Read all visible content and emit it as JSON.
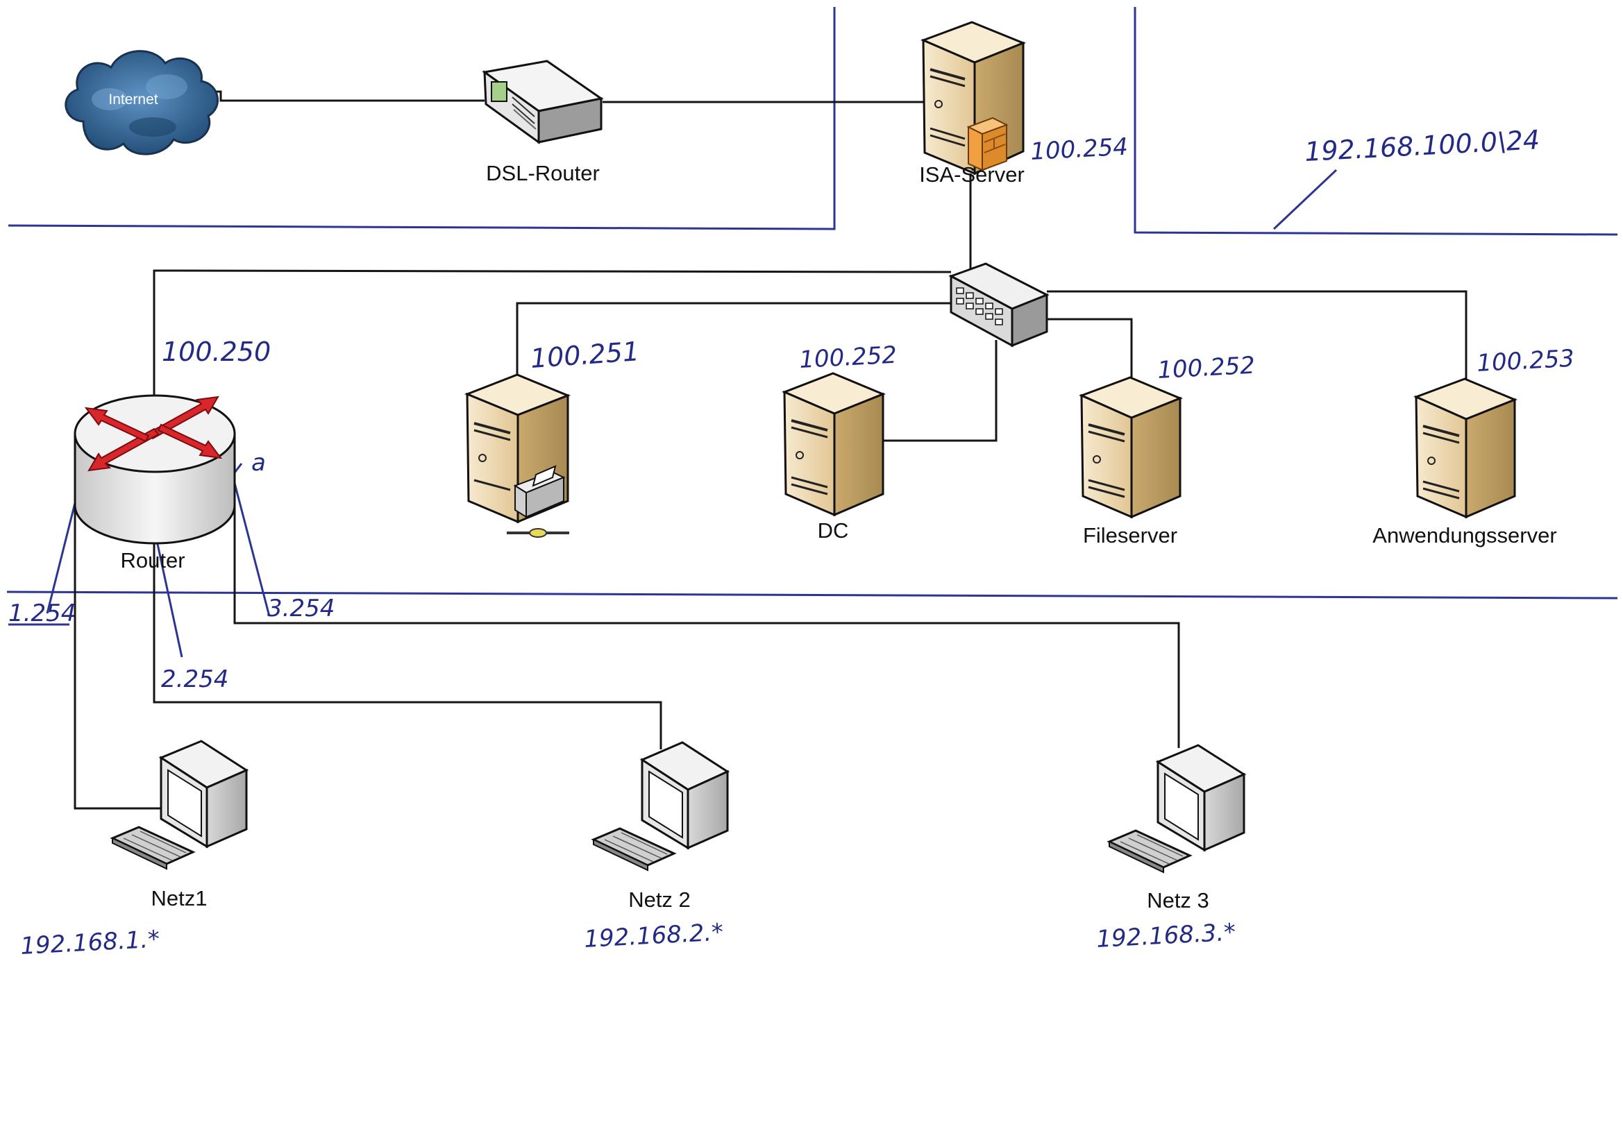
{
  "labels": {
    "internet": "Internet",
    "dsl_router": "DSL-Router",
    "isa_server": "ISA-Server",
    "router": "Router",
    "dc": "DC",
    "fileserver": "Fileserver",
    "app_server": "Anwendungsserver",
    "netz1": "Netz1",
    "netz2": "Netz 2",
    "netz3": "Netz 3"
  },
  "handwriting": {
    "isa_ip": "100.254",
    "subnet": "192.168.100.0\\24",
    "router_ip": "100.250",
    "printserver_ip": "100.251",
    "dc_ip": "100.252",
    "fileserver_ip": "100.252",
    "app_server_ip": "100.253",
    "router_mark": "a",
    "if1": "1.254",
    "if2": "2.254",
    "if3": "3.254",
    "net1_range": "192.168.1.*",
    "net2_range": "192.168.2.*",
    "net3_range": "192.168.3.*"
  },
  "colors": {
    "handwriting_ink": "#232a86",
    "server_body": "#efdcb4",
    "router_arrows": "#d8262b",
    "firewall": "#f0a040",
    "cloud": "#2f5e8c"
  }
}
